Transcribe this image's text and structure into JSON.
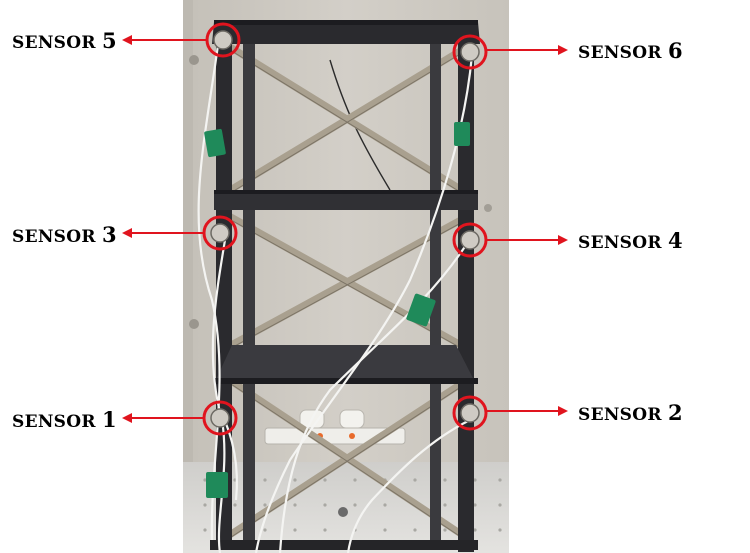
{
  "figure": {
    "sensors": [
      {
        "id": "sensor-5",
        "word": "SENSOR",
        "number": "5"
      },
      {
        "id": "sensor-6",
        "word": "SENSOR",
        "number": "6"
      },
      {
        "id": "sensor-3",
        "word": "SENSOR",
        "number": "3"
      },
      {
        "id": "sensor-4",
        "word": "SENSOR",
        "number": "4"
      },
      {
        "id": "sensor-1",
        "word": "SENSOR",
        "number": "1"
      },
      {
        "id": "sensor-2",
        "word": "SENSOR",
        "number": "2"
      }
    ],
    "colors": {
      "annotation": "#e0141e",
      "frame": "#2a2a2e",
      "bracing": "#a9a08f",
      "background_wall": "#ccc8c0",
      "table": "#d8d7d3",
      "cable": "#f4f4f2",
      "accelerometer_tag": "#1f8a5a"
    }
  }
}
